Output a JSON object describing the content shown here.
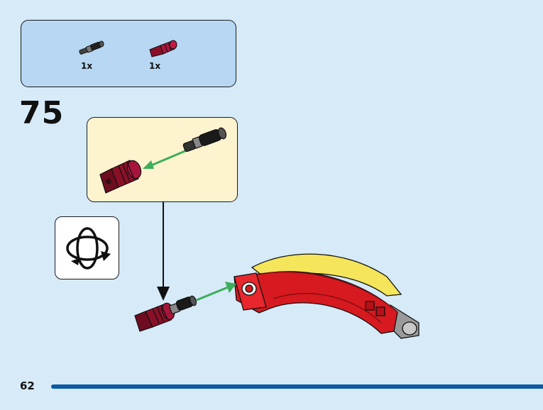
{
  "parts": [
    {
      "name": "axle-pin-black",
      "qty": "1x"
    },
    {
      "name": "connector-dark-red",
      "qty": "1x"
    }
  ],
  "step": {
    "number": "75"
  },
  "page": {
    "number": "62"
  },
  "icons": {
    "rotate": "rotate-model-icon"
  },
  "colors": {
    "background": "#d6eaf8",
    "parts_box": "#b7d7f2",
    "callout": "#fdf3cf",
    "footer_bar": "#0b5aa3",
    "arrow": "#3dae5a",
    "brick_red": "#d71920",
    "brick_yellow": "#f5e55a",
    "connector": "#8a1028"
  }
}
